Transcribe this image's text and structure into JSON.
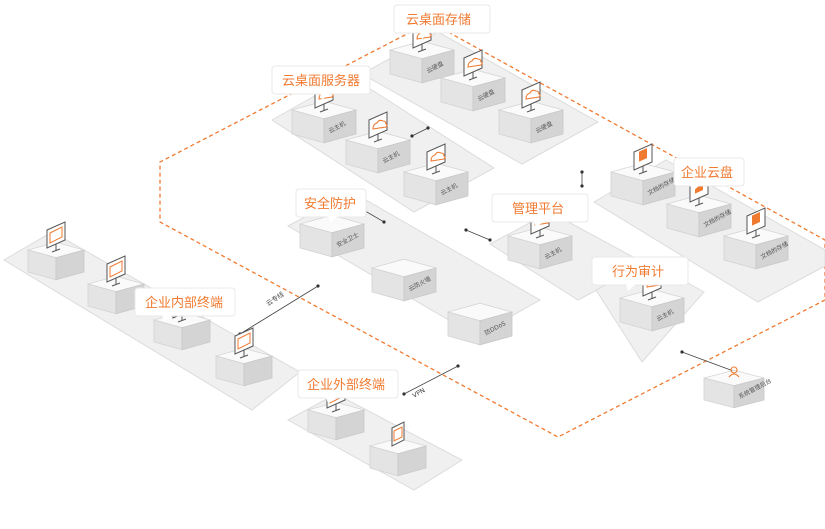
{
  "diagram": {
    "groups": {
      "storage": "云桌面存储",
      "servers": "云桌面服务器",
      "security": "安全防护",
      "management": "管理平台",
      "enterprise_disk": "企业云盘",
      "audit": "行为审计",
      "internal": "企业内部终端",
      "external": "企业外部终端"
    },
    "node_labels": {
      "cloud_disk": "云硬盘",
      "cloud_host": "云主机",
      "security_guard": "安全卫士",
      "cloud_firewall": "云防火墙",
      "anti_ddos": "防DDoS",
      "file_storage": "文档的存储",
      "operator": "系统管理后台"
    },
    "connections": {
      "dedicated_line": "云专线",
      "vpn": "VPN"
    },
    "colors": {
      "accent": "#f07a30",
      "dashed_border": "#f07a30",
      "platform": "#f0f0f0",
      "cube_top": "#fafafa"
    }
  }
}
